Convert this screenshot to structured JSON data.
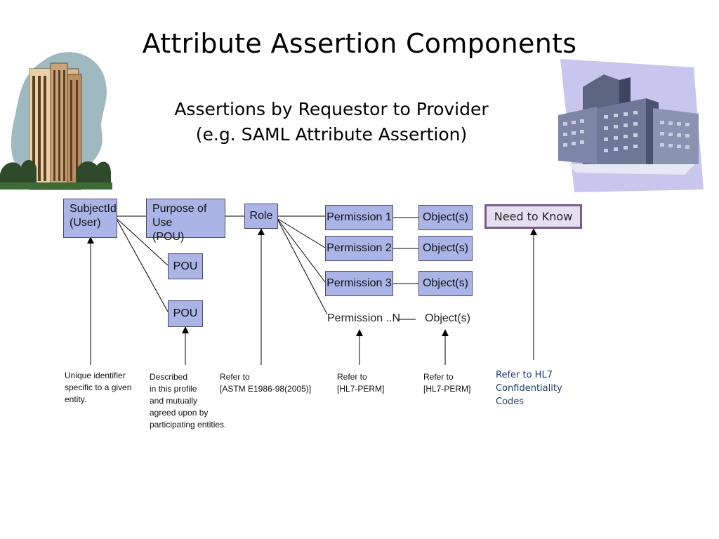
{
  "title": "Attribute Assertion Components",
  "subtitle": {
    "line1": "Assertions by Requestor to Provider",
    "line2": "(e.g. SAML Attribute Assertion)"
  },
  "images": {
    "left": "apartment-tower-clipart",
    "right": "office-buildings-clipart"
  },
  "boxes": {
    "subject": [
      "SubjectId",
      "(User)"
    ],
    "pou_main": [
      "Purpose of Use",
      "(POU)"
    ],
    "pou1": "POU",
    "pou2": "POU",
    "role": "Role",
    "perm1": "Permission 1",
    "perm2": "Permission 2",
    "perm3": "Permission 3",
    "permN": "Permission ..N",
    "obj1": "Object(s)",
    "obj2": "Object(s)",
    "obj3": "Object(s)",
    "objN": "Object(s)",
    "need_to_know": "Need to Know"
  },
  "notes": {
    "subject": [
      "Unique identifier",
      "specific to a given",
      "entity."
    ],
    "pou": [
      "Described",
      "in this profile",
      "and mutually",
      "agreed upon by",
      "participating entities."
    ],
    "role": [
      "Refer to",
      "[ASTM E1986-98(2005)]"
    ],
    "permission": [
      "Refer to",
      "[HL7-PERM]"
    ],
    "object": [
      "Refer to",
      "[HL7-PERM]"
    ],
    "need_to_know": [
      "Refer to HL7",
      "Confidentiality",
      "Codes"
    ]
  },
  "colors": {
    "box_fill": "#aab4e6",
    "need_to_know_fill": "#e6dff0",
    "need_to_know_border": "#7a5c8c",
    "blue_note": "#1f3a7a"
  }
}
